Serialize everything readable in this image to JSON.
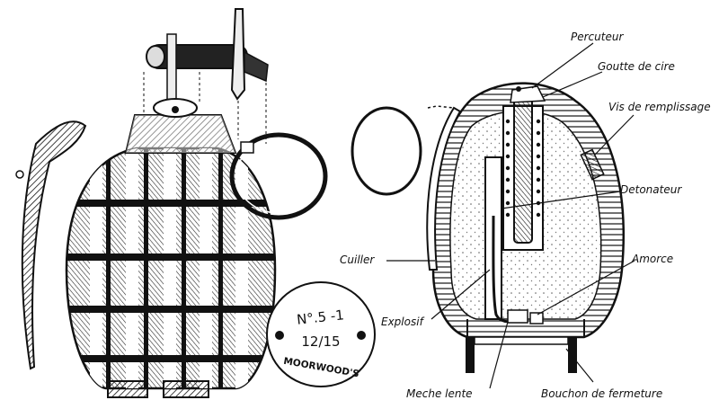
{
  "stamp": {
    "line1": "N°.5 -1",
    "line2": "12/15",
    "line3": "MOORWOOD'S"
  },
  "labels": {
    "percuteur": "Percuteur",
    "goutte": "Goutte de cire",
    "vis": "Vis de remplissage",
    "detonateur": "Detonateur",
    "cuiller": "Cuiller",
    "amorce": "Amorce",
    "explosif": "Explosif",
    "meche": "Meche lente",
    "bouchon": "Bouchon de fermeture"
  }
}
